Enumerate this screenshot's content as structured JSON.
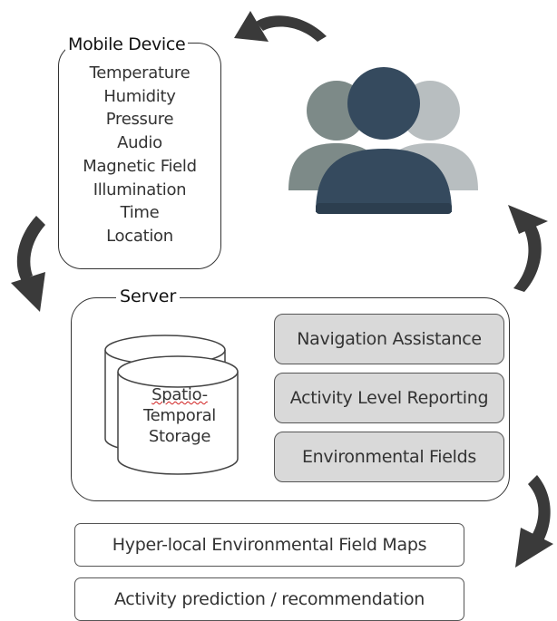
{
  "mobile_device": {
    "title": "Mobile Device",
    "sensors": [
      "Temperature",
      "Humidity",
      "Pressure",
      "Audio",
      "Magnetic Field",
      "Illumination",
      "Time",
      "Location"
    ]
  },
  "server": {
    "title": "Server",
    "storage": {
      "line1": "Spatio-",
      "line2": "Temporal",
      "line3": "Storage"
    },
    "services": [
      "Navigation Assistance",
      "Activity Level Reporting",
      "Environmental Fields"
    ]
  },
  "outputs": [
    "Hyper-local Environmental Field Maps",
    "Activity prediction / recommendation"
  ],
  "colors": {
    "user_front": "#354a5e",
    "user_back_left": "#7d8a88",
    "user_back_right": "#b8bec0",
    "arrow": "#3a3a3a",
    "service_fill": "#d9d9d9"
  },
  "icons": [
    "users-icon",
    "cycle-arrow-icon",
    "database-cylinder-icon"
  ]
}
